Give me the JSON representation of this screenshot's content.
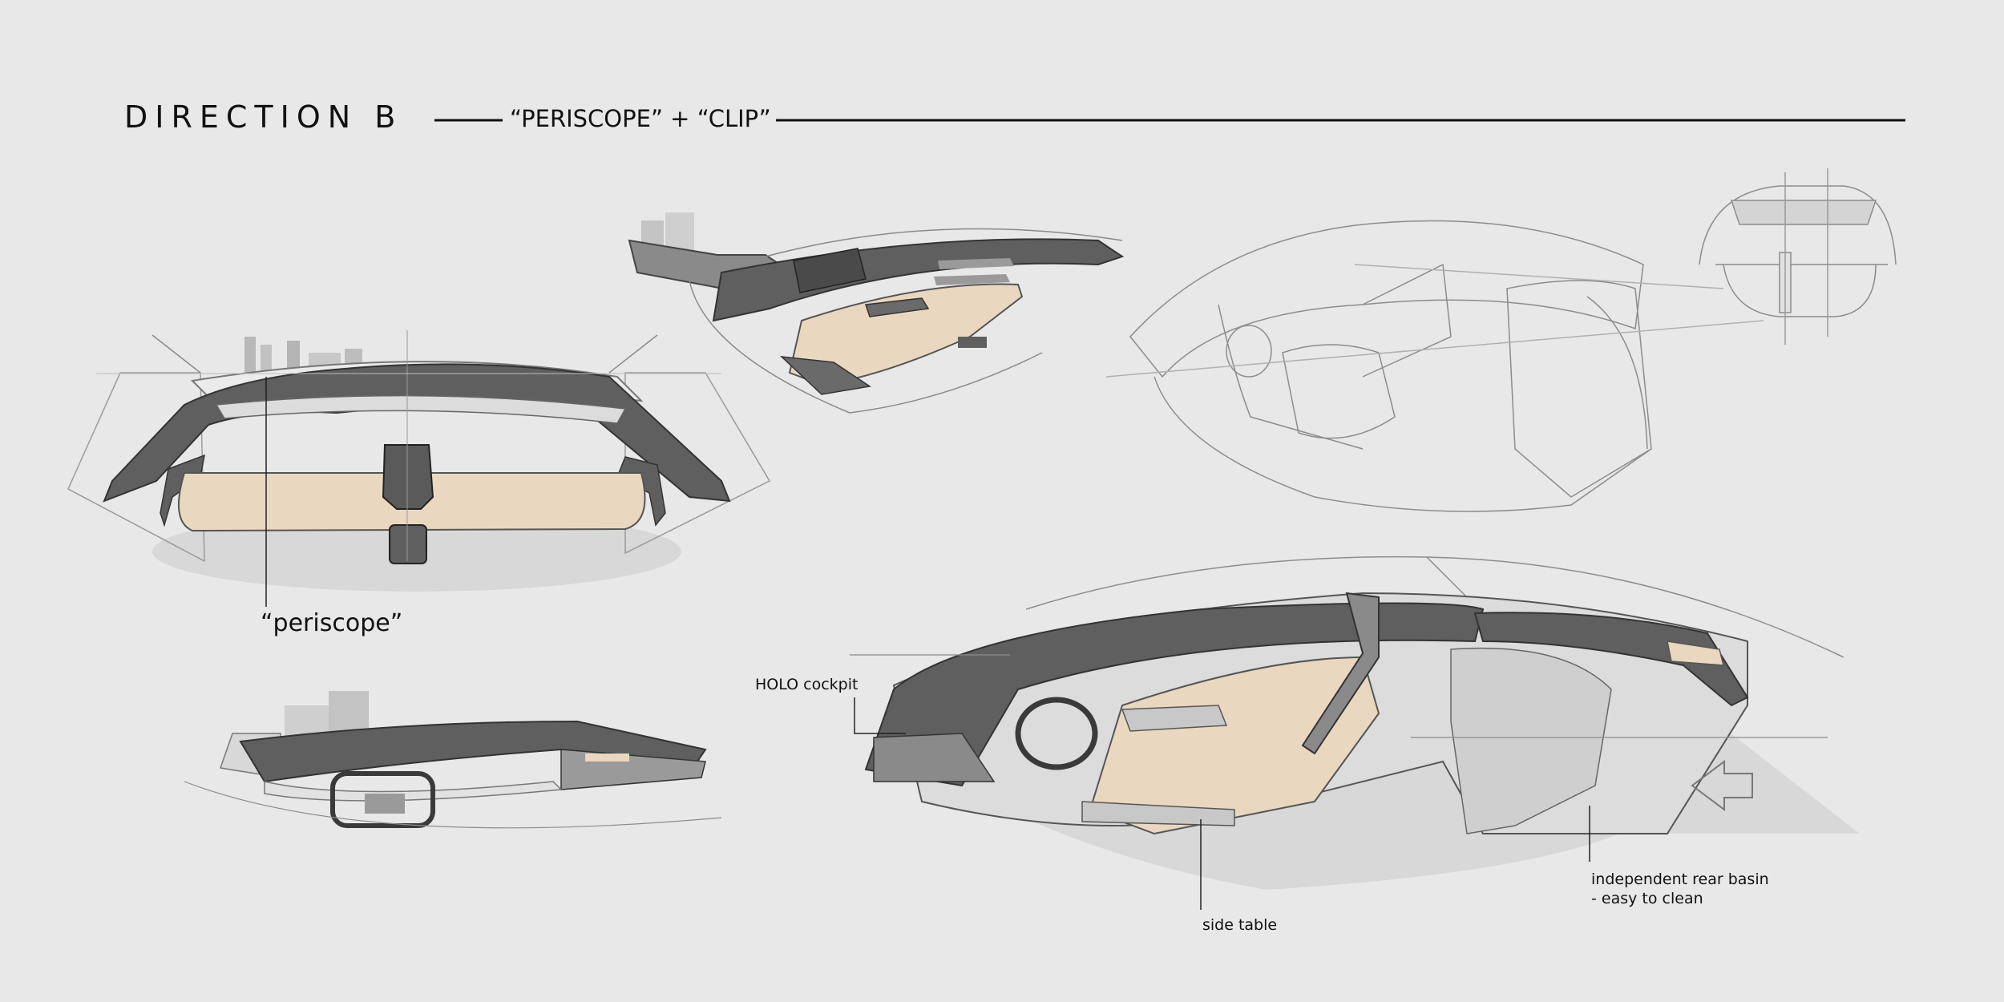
{
  "header": {
    "title": "DIRECTION B",
    "subtitle": "“PERISCOPE” + “CLIP”"
  },
  "annotations": {
    "periscope": "“periscope”",
    "holo_cockpit": "HOLO cockpit",
    "side_table": "side table",
    "rear_basin_line1": "independent rear basin",
    "rear_basin_line2": "- easy to clean"
  },
  "colors": {
    "background": "#e8e8e8",
    "dash_dark": "#5e5e5e",
    "tray_beige": "#ead7c0",
    "sketch_line": "#8c8c8c"
  }
}
